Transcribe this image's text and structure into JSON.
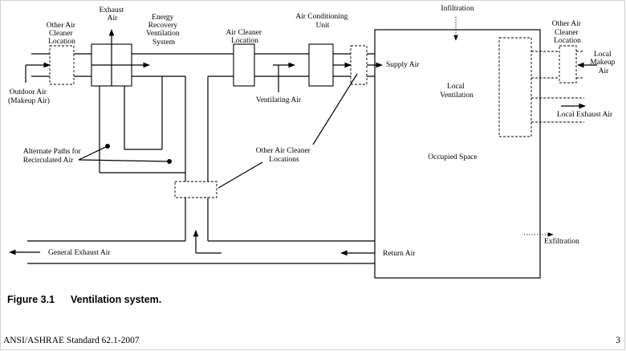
{
  "figure": {
    "number": "Figure 3.1",
    "title": "Ventilation system."
  },
  "footer": {
    "standard": "ANSI/ASHRAE Standard 62.1-2007",
    "page_number": "3"
  },
  "labels": {
    "exhaust_air": [
      "Exhaust",
      "Air"
    ],
    "other_air_cleaner_left": [
      "Other Air",
      "Cleaner",
      "Location"
    ],
    "energy_recovery": [
      "Energy",
      "Recovery",
      "Ventilation",
      "System"
    ],
    "air_cleaner_location": [
      "Air Cleaner",
      "Location"
    ],
    "air_conditioning_unit": [
      "Air Conditioning",
      "Unit"
    ],
    "infiltration": "Infiltration",
    "other_air_cleaner_right": [
      "Other Air",
      "Cleaner",
      "Location"
    ],
    "local_makeup_air": [
      "Local",
      "Makeup",
      "Air"
    ],
    "outdoor_air": [
      "Outdoor Air",
      "(Makeup Air)"
    ],
    "supply_air": "Supply Air",
    "local_ventilation": [
      "Local",
      "Ventilation"
    ],
    "ventilating_air": "Ventilating Air",
    "local_exhaust_air": "Local Exhaust Air",
    "alternate_paths": [
      "Alternate Paths for",
      "Recirculated Air"
    ],
    "other_air_cleaner_locations": [
      "Other Air Cleaner",
      "Locations"
    ],
    "occupied_space": "Occupied Space",
    "exfiltration": "Exfiltration",
    "general_exhaust_air": "General Exhaust Air",
    "return_air": "Return Air"
  }
}
